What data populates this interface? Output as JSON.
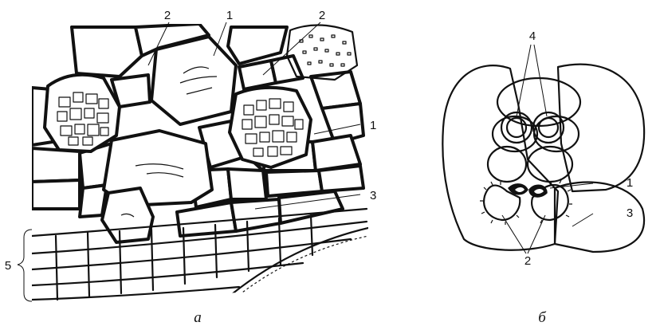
{
  "panel_a": {
    "caption": "а",
    "labels": [
      {
        "id": "a-label-2-left",
        "text": "2"
      },
      {
        "id": "a-label-1-top",
        "text": "1"
      },
      {
        "id": "a-label-2-right",
        "text": "2"
      },
      {
        "id": "a-label-1-right",
        "text": "1"
      },
      {
        "id": "a-label-3",
        "text": "3"
      },
      {
        "id": "a-label-5",
        "text": "5"
      }
    ]
  },
  "panel_b": {
    "caption": "б",
    "labels": [
      {
        "id": "b-label-4",
        "text": "4"
      },
      {
        "id": "b-label-1",
        "text": "1"
      },
      {
        "id": "b-label-3",
        "text": "3"
      },
      {
        "id": "b-label-2",
        "text": "2"
      }
    ]
  }
}
